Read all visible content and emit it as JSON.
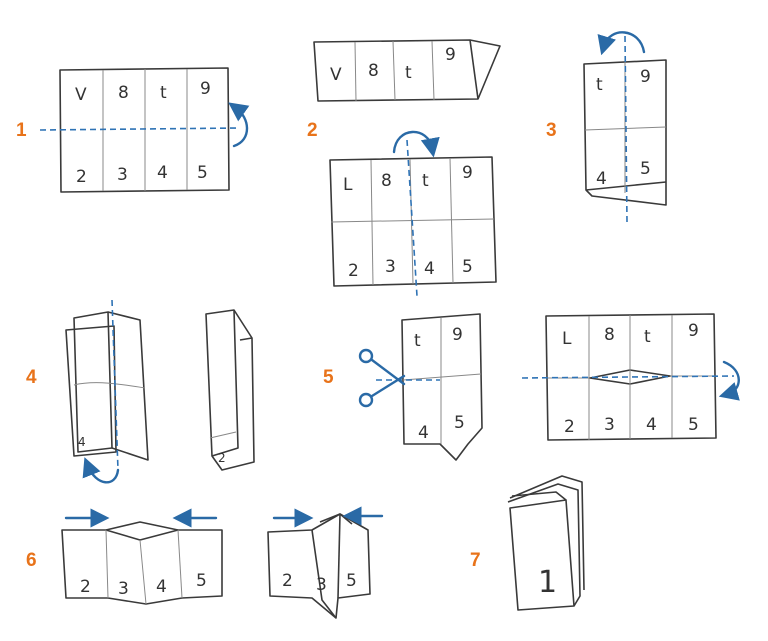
{
  "steps": {
    "s1": "1",
    "s2": "2",
    "s3": "3",
    "s4": "4",
    "s5": "5",
    "s6": "6",
    "s7": "7"
  },
  "panels": {
    "top_row": [
      "V",
      "8",
      "t",
      "9"
    ],
    "bottom_row": [
      "2",
      "3",
      "4",
      "5"
    ],
    "top_row_flipped": [
      "L",
      "8",
      "t",
      "9"
    ],
    "pair_top": [
      "t",
      "9"
    ],
    "pair_bottom": [
      "4",
      "5"
    ],
    "small_4": "4",
    "small_2": "2",
    "squash_row": [
      "2",
      "3",
      "4",
      "5"
    ],
    "squash_row_2": [
      "2",
      "3",
      "5"
    ],
    "booklet_cover": "1"
  },
  "colors": {
    "accent": "#e8731a",
    "arrow": "#2a6aa6",
    "fold_line": "#2f73b5",
    "ink": "#3a3a3a"
  },
  "icons": {
    "fold_arrow": "curved-arrow-icon",
    "push_arrow": "arrow-icon",
    "scissors": "scissors-icon"
  }
}
